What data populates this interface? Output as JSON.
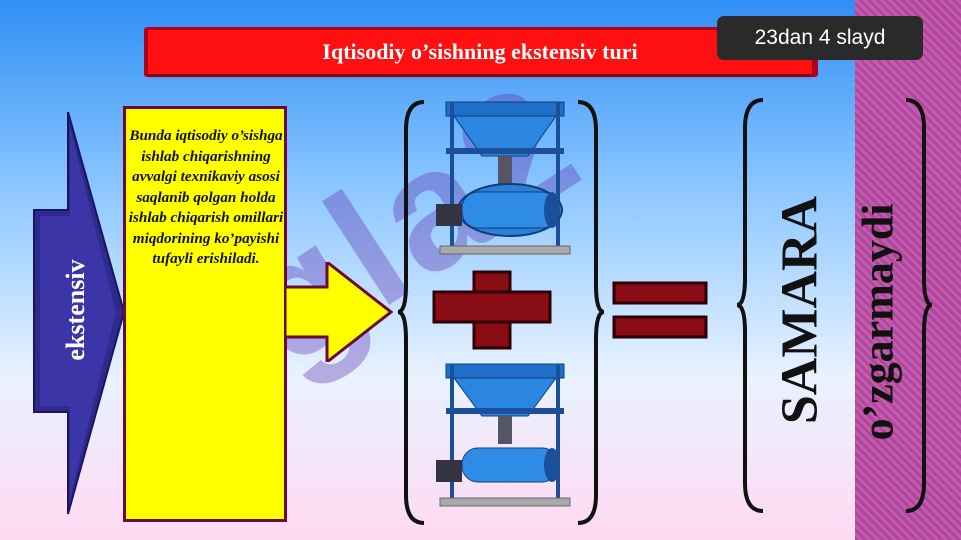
{
  "slide": {
    "title": "Iqtisodiy o’sishning ekstensiv turi",
    "counter": "23dan 4 slayd",
    "side_label": "ekstensiv",
    "description": "Bunda iqtisodiy o’sishga ishlab chiqarishning avvalgi texnikaviy asosi saqlanib qolgan holda ishlab chiqarish omillari miqdorining ko’payishi tufayli erishiladi.",
    "result_word": "SAMARA",
    "result_status": "o’zgarmaydi",
    "watermark": "ugla2"
  },
  "colors": {
    "title_bg": "#ff1010",
    "box_bg": "#ffff00",
    "stripe": "#b0479c",
    "arrow": "#2e2a8c"
  },
  "icons": [
    "plus-icon",
    "equals-icon",
    "machine-image"
  ]
}
